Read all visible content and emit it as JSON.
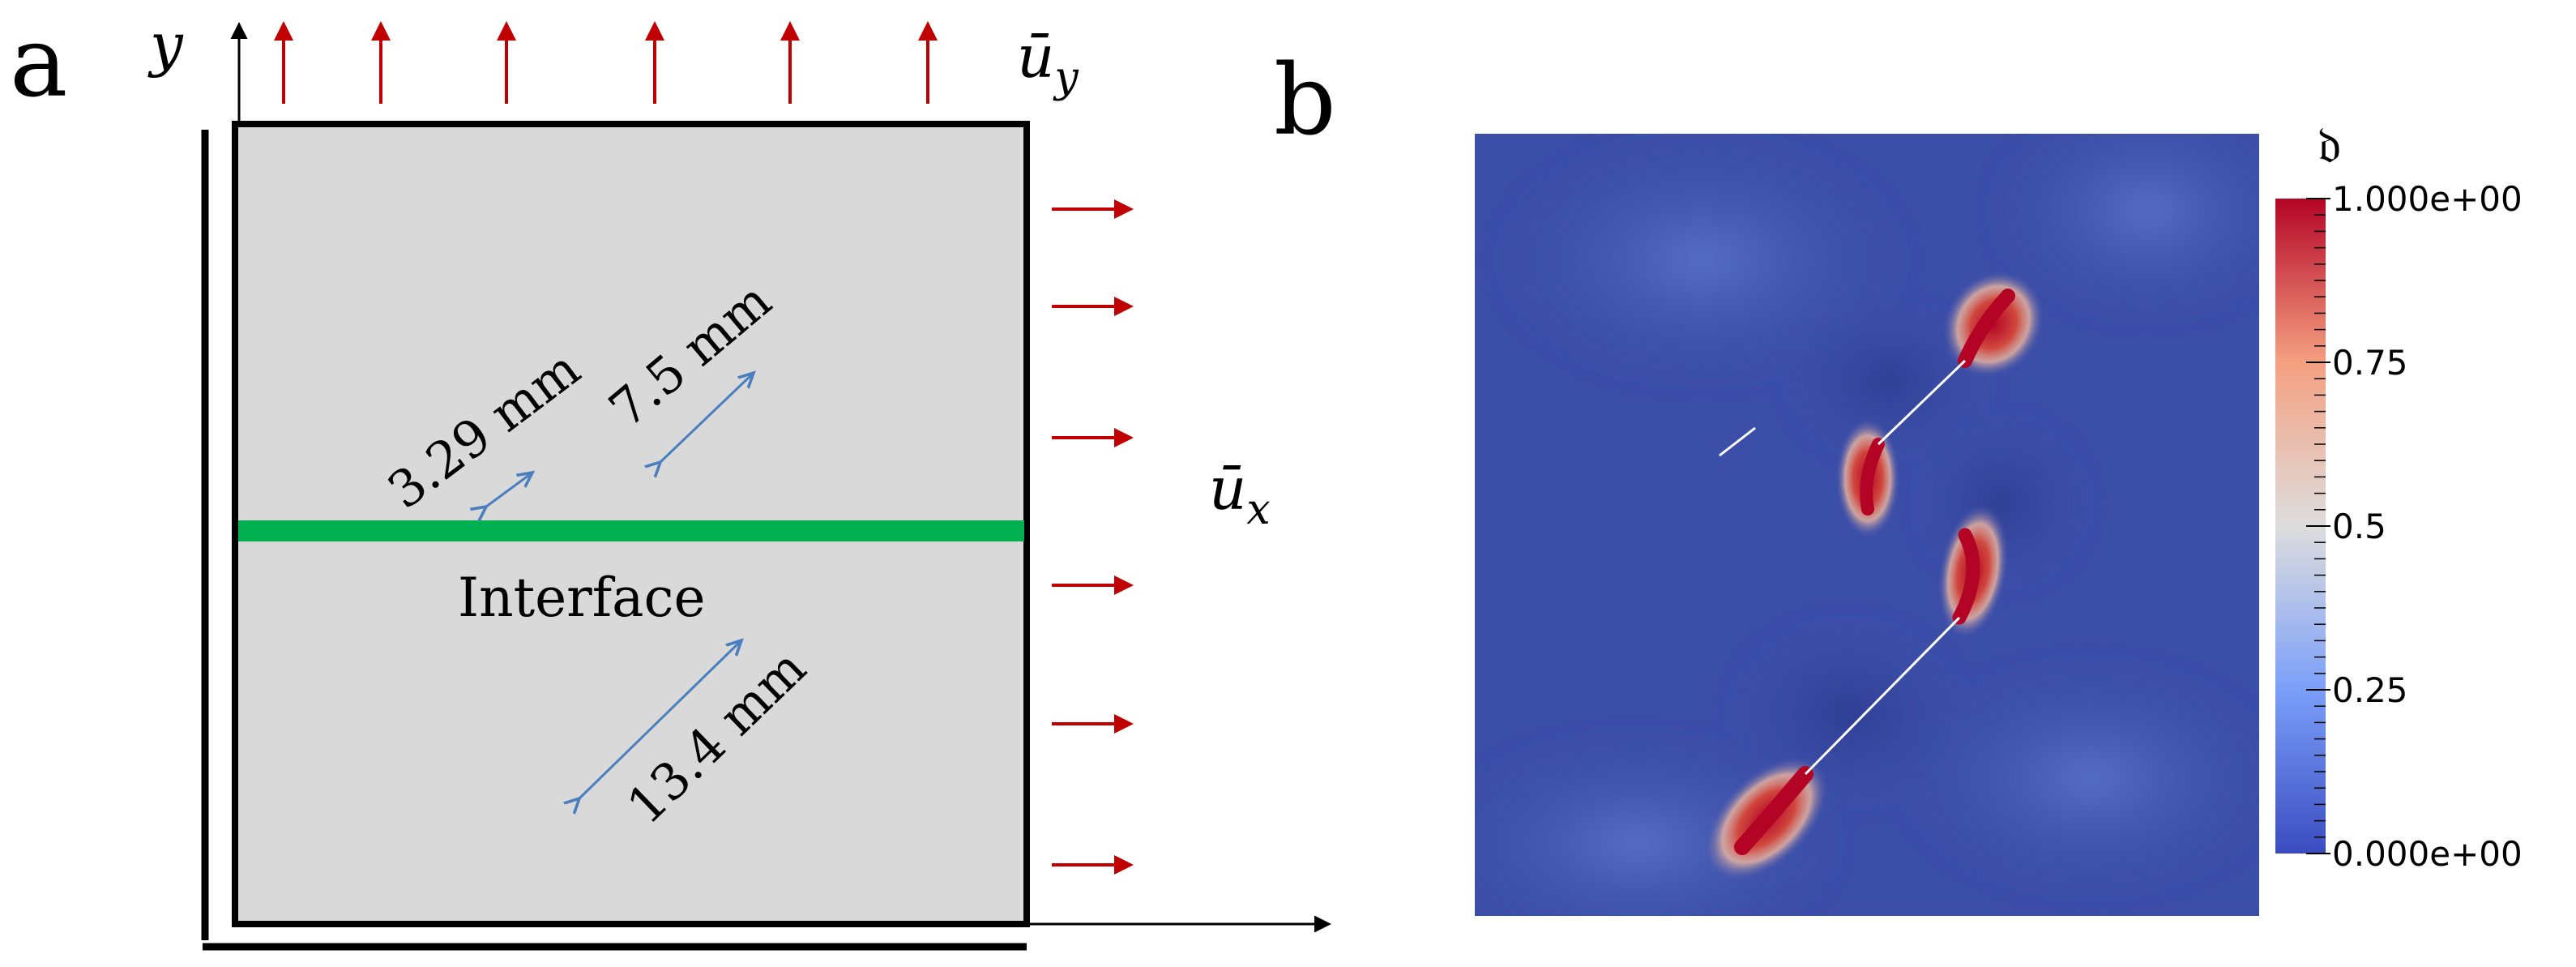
{
  "panel_a": {
    "label": "a",
    "y_axis_label": "y",
    "top_load_label": "ū",
    "top_load_sub": "y",
    "right_load_label": "ū",
    "right_load_sub": "x",
    "interface_label": "Interface",
    "dim_small": "3.29 mm",
    "dim_mid": "7.5 mm",
    "dim_long": "13.4 mm",
    "colors": {
      "plate": "#d9d9d9",
      "interface": "#00b050",
      "load_arrows": "#c00000",
      "dimension_arrows": "#4a7ebf",
      "outline": "#000000"
    }
  },
  "panel_b": {
    "label": "b",
    "colorbar_symbol": "𝔡",
    "colorbar_ticks": [
      "1.000e+00",
      "0.75",
      "0.5",
      "0.25",
      "0.000e+00"
    ],
    "colorbar_range": [
      0,
      1
    ],
    "colors": {
      "low": "#3b4cc0",
      "mid": "#dddddd",
      "high": "#b40426",
      "field_background": "#3b4ea8"
    }
  }
}
